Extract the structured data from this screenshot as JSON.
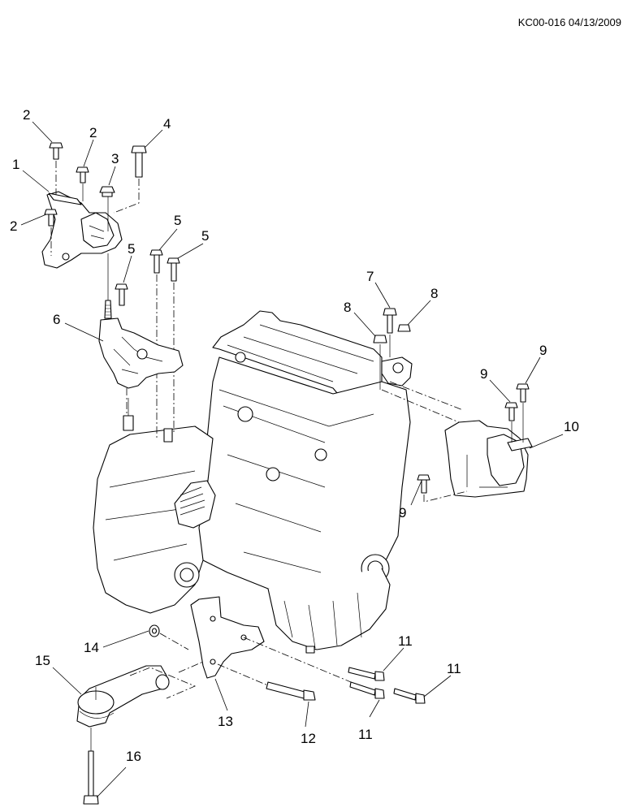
{
  "header": {
    "code": "KC00-016 04/13/2009"
  },
  "diagram": {
    "title": "Engine and transmission mount assembly",
    "colors": {
      "line": "#000000",
      "background": "#ffffff"
    },
    "callouts": [
      {
        "id": "c1",
        "label": "1"
      },
      {
        "id": "c2a",
        "label": "2"
      },
      {
        "id": "c2b",
        "label": "2"
      },
      {
        "id": "c2c",
        "label": "2"
      },
      {
        "id": "c3",
        "label": "3"
      },
      {
        "id": "c4",
        "label": "4"
      },
      {
        "id": "c5a",
        "label": "5"
      },
      {
        "id": "c5b",
        "label": "5"
      },
      {
        "id": "c5c",
        "label": "5"
      },
      {
        "id": "c6",
        "label": "6"
      },
      {
        "id": "c7",
        "label": "7"
      },
      {
        "id": "c8a",
        "label": "8"
      },
      {
        "id": "c8b",
        "label": "8"
      },
      {
        "id": "c9a",
        "label": "9"
      },
      {
        "id": "c9b",
        "label": "9"
      },
      {
        "id": "c9c",
        "label": "9"
      },
      {
        "id": "c10",
        "label": "10"
      },
      {
        "id": "c11a",
        "label": "11"
      },
      {
        "id": "c11b",
        "label": "11"
      },
      {
        "id": "c11c",
        "label": "11"
      },
      {
        "id": "c12",
        "label": "12"
      },
      {
        "id": "c13",
        "label": "13"
      },
      {
        "id": "c14",
        "label": "14"
      },
      {
        "id": "c15",
        "label": "15"
      },
      {
        "id": "c16",
        "label": "16"
      }
    ]
  }
}
